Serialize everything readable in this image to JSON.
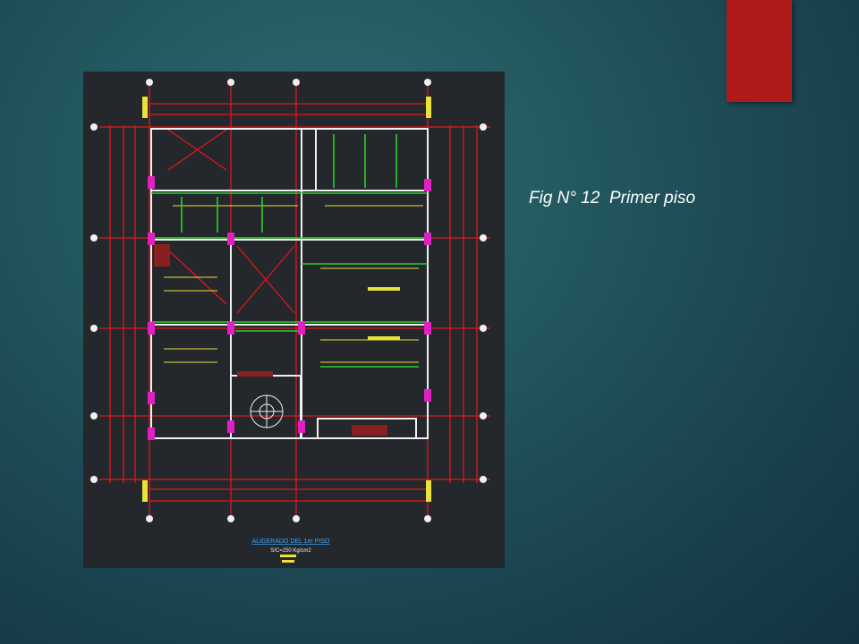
{
  "caption": "Fig N° 12  Primer piso",
  "colors": {
    "accent_tab": "#b01a1a",
    "drawing_background": "#24272c",
    "grid_red": "#e01818",
    "structure_white": "#f0f0f0",
    "text_yellow": "#e8e23a",
    "text_green": "#28d428",
    "column_magenta": "#e020c0",
    "title_cyan": "#3aa8ff"
  },
  "drawing": {
    "image": "floor-plan-first-floor",
    "title_line1": "ALIGERADO DEL 1er PISO",
    "title_line2": "S/C=250 Kg/cm2"
  }
}
